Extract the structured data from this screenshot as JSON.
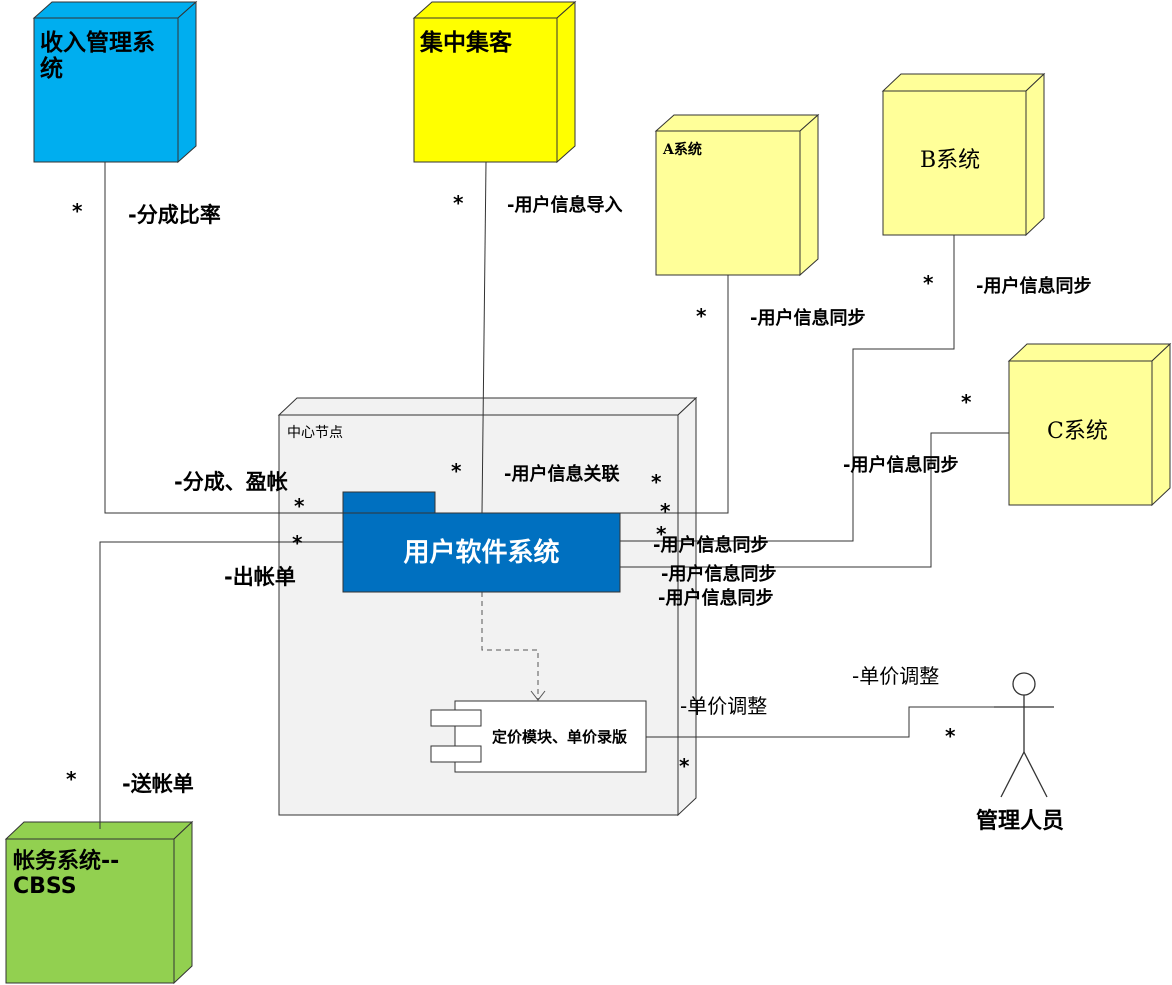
{
  "nodes": {
    "revenue": {
      "label": "收入管理系统",
      "color": "#00AEEF"
    },
    "jizhong": {
      "label": "集中集客",
      "color": "#FFFF00"
    },
    "sys_a": {
      "label": "A系统",
      "color": "#FFFF99"
    },
    "sys_b": {
      "label": "B系统",
      "color": "#FFFF99"
    },
    "sys_c": {
      "label": "C系统",
      "color": "#FFFF99"
    },
    "center": {
      "label": "中心节点",
      "color": "#F2F2F2"
    },
    "billing": {
      "label": "帐务系统--CBSS",
      "color": "#92D050"
    }
  },
  "components": {
    "user_software": {
      "label": "用户软件系统",
      "color": "#0070C0"
    },
    "pricing": {
      "label": "定价模块、单价录版"
    }
  },
  "actor": {
    "label": "管理人员"
  },
  "labels": {
    "share_rate": "-分成比率",
    "user_import": "-用户信息导入",
    "sync_a": "-用户信息同步",
    "sync_b": "-用户信息同步",
    "sync_c": "-用户信息同步",
    "user_assoc": "-用户信息关联",
    "share_profit": "-分成、盈帐",
    "issue_bill": "-出帐单",
    "send_bill": "-送帐单",
    "sync_out_1": "-用户信息同步",
    "sync_out_2": "-用户信息同步",
    "sync_out_3": "-用户信息同步",
    "price_adjust_left": "-单价调整",
    "price_adjust_right": "-单价调整"
  },
  "multiplicity": "*"
}
